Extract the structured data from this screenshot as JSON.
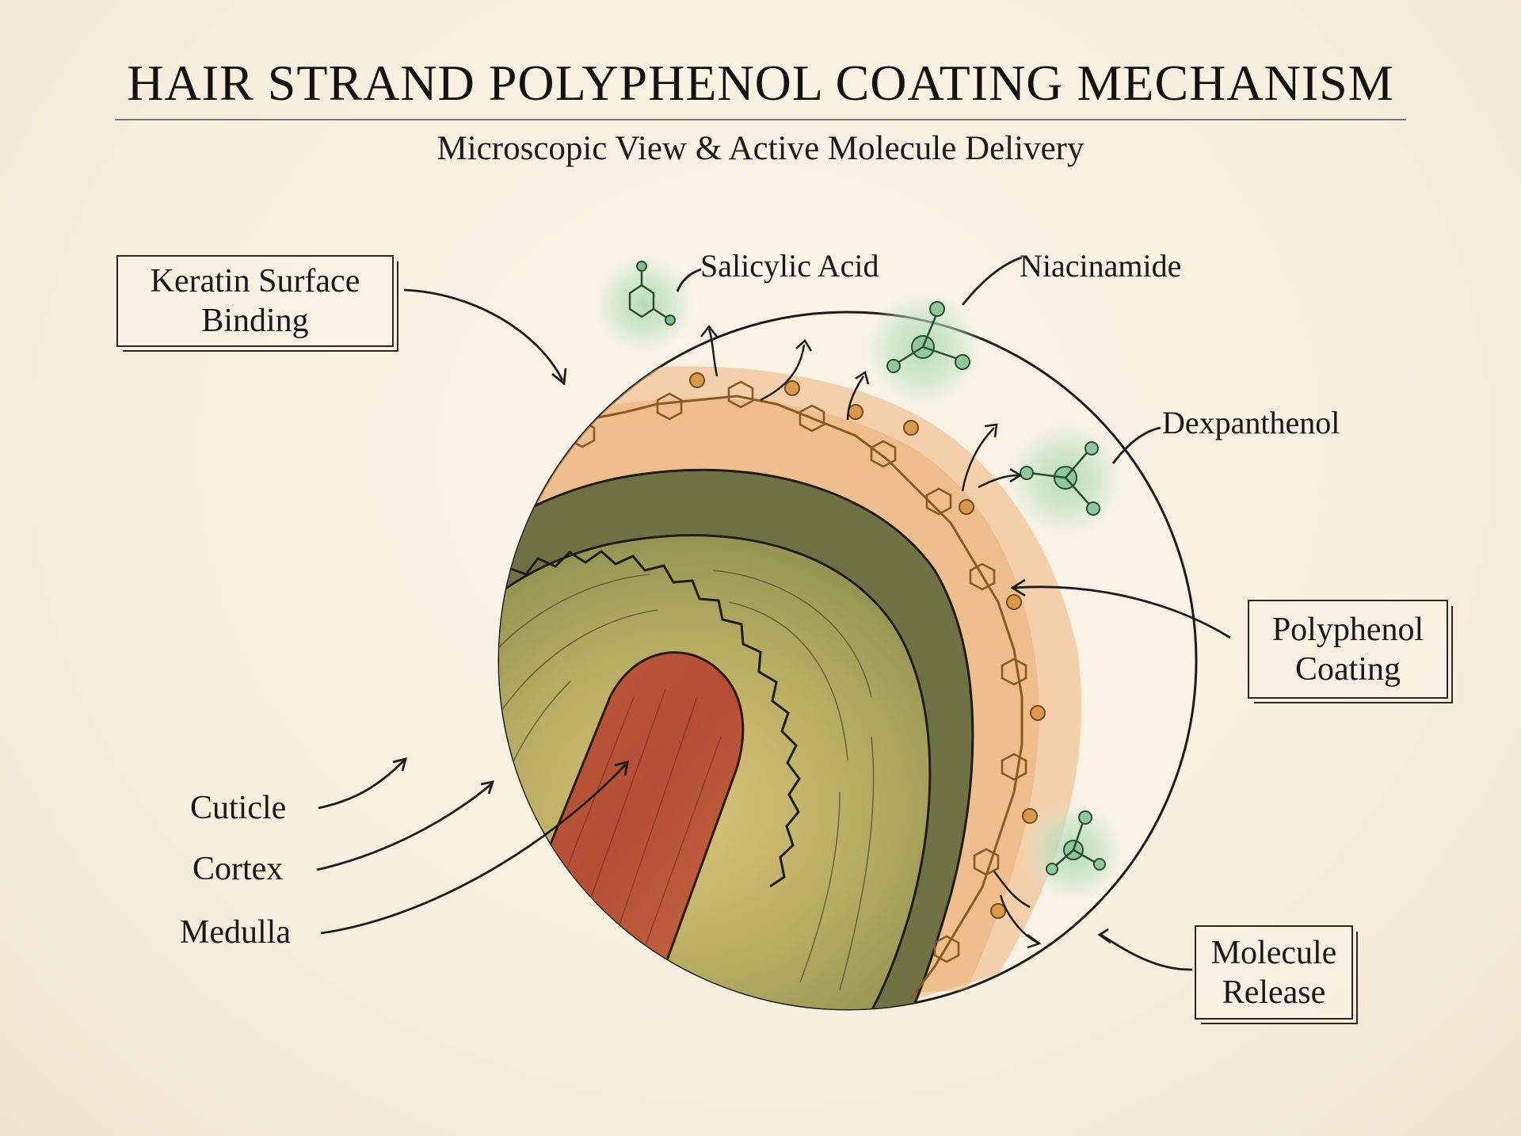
{
  "header": {
    "title": "HAIR STRAND POLYPHENOL COATING MECHANISM",
    "subtitle": "Microscopic View & Active Molecule Delivery"
  },
  "callouts": {
    "keratin_binding": [
      "Keratin Surface",
      "Binding"
    ],
    "polyphenol_coating": [
      "Polyphenol",
      "Coating"
    ],
    "molecule_release": [
      "Molecule",
      "Release"
    ]
  },
  "structure_labels": {
    "cuticle": "Cuticle",
    "cortex": "Cortex",
    "medulla": "Medulla"
  },
  "molecule_labels": {
    "salicylic_acid": "Salicylic Acid",
    "niacinamide": "Niacinamide",
    "dexpanthenol": "Dexpanthenol"
  },
  "colors": {
    "background": "#f8f1e3",
    "cuticle_green": "#8a8a4a",
    "cortex_olive": "#a5a35a",
    "medulla_red": "#b5553a",
    "polyphenol_orange": "#e9a764",
    "molecule_green": "#9fd0a8",
    "ink": "#1c1a17"
  }
}
